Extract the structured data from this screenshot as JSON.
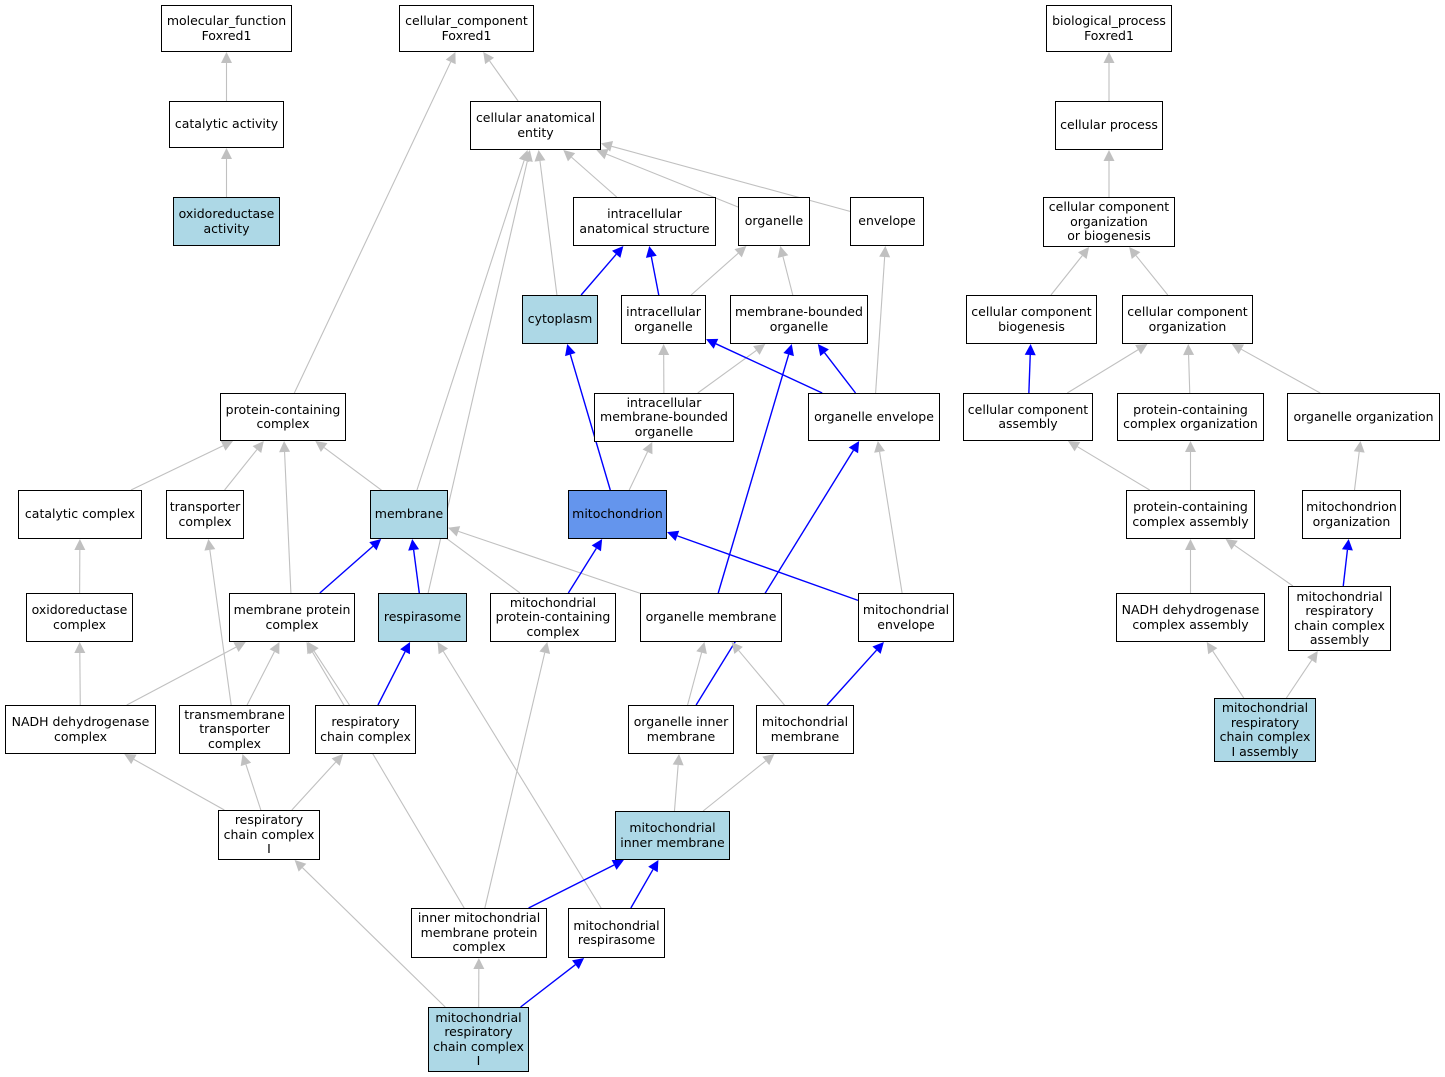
{
  "colors": {
    "default_fill": "#ffffff",
    "annotated_fill": "#add8e6",
    "focus_fill": "#6495ed",
    "is_a_edge": "#c0c0c0",
    "part_of_edge": "#0000ff",
    "border": "#000000"
  },
  "nodes": {
    "mf_root": {
      "label": "molecular_function\nFoxred1",
      "style": "default"
    },
    "catalytic_activity": {
      "label": "catalytic activity",
      "style": "default"
    },
    "oxidoreductase_activity": {
      "label": "oxidoreductase\nactivity",
      "style": "annotated"
    },
    "cc_root": {
      "label": "cellular_component\nFoxred1",
      "style": "default"
    },
    "cellular_anatomical_entity": {
      "label": "cellular anatomical\nentity",
      "style": "default"
    },
    "intracellular_anatomical_structure": {
      "label": "intracellular\nanatomical structure",
      "style": "default"
    },
    "organelle": {
      "label": "organelle",
      "style": "default"
    },
    "envelope": {
      "label": "envelope",
      "style": "default"
    },
    "cytoplasm": {
      "label": "cytoplasm",
      "style": "annotated"
    },
    "intracellular_organelle": {
      "label": "intracellular\norganelle",
      "style": "default"
    },
    "membrane_bounded_organelle": {
      "label": "membrane-bounded\norganelle",
      "style": "default"
    },
    "protein_containing_complex": {
      "label": "protein-containing\ncomplex",
      "style": "default"
    },
    "intracellular_mbo": {
      "label": "intracellular\nmembrane-bounded\norganelle",
      "style": "default"
    },
    "organelle_envelope": {
      "label": "organelle envelope",
      "style": "default"
    },
    "catalytic_complex": {
      "label": "catalytic complex",
      "style": "default"
    },
    "transporter_complex": {
      "label": "transporter\ncomplex",
      "style": "default"
    },
    "membrane": {
      "label": "membrane",
      "style": "annotated"
    },
    "mitochondrion": {
      "label": "mitochondrion",
      "style": "focus"
    },
    "oxidoreductase_complex": {
      "label": "oxidoreductase\ncomplex",
      "style": "default"
    },
    "membrane_protein_complex": {
      "label": "membrane protein\ncomplex",
      "style": "default"
    },
    "respirasome": {
      "label": "respirasome",
      "style": "annotated"
    },
    "mito_protein_containing_complex": {
      "label": "mitochondrial\nprotein-containing\ncomplex",
      "style": "default"
    },
    "organelle_membrane": {
      "label": "organelle membrane",
      "style": "default"
    },
    "mitochondrial_envelope": {
      "label": "mitochondrial\nenvelope",
      "style": "default"
    },
    "nadh_dehydrogenase_complex": {
      "label": "NADH dehydrogenase\ncomplex",
      "style": "default"
    },
    "transmembrane_transporter_complex": {
      "label": "transmembrane\ntransporter\ncomplex",
      "style": "default"
    },
    "respiratory_chain_complex": {
      "label": "respiratory\nchain complex",
      "style": "default"
    },
    "organelle_inner_membrane": {
      "label": "organelle inner\nmembrane",
      "style": "default"
    },
    "mitochondrial_membrane": {
      "label": "mitochondrial\nmembrane",
      "style": "default"
    },
    "respiratory_chain_complex_i": {
      "label": "respiratory\nchain complex\nI",
      "style": "default"
    },
    "mitochondrial_inner_membrane": {
      "label": "mitochondrial\ninner membrane",
      "style": "annotated"
    },
    "inner_mito_membrane_protein_complex": {
      "label": "inner mitochondrial\nmembrane protein\ncomplex",
      "style": "default"
    },
    "mitochondrial_respirasome": {
      "label": "mitochondrial\nrespirasome",
      "style": "default"
    },
    "mito_resp_chain_complex_i": {
      "label": "mitochondrial\nrespiratory\nchain complex\nI",
      "style": "annotated"
    },
    "bp_root": {
      "label": "biological_process\nFoxred1",
      "style": "default"
    },
    "cellular_process": {
      "label": "cellular process",
      "style": "default"
    },
    "cc_org_or_biogenesis": {
      "label": "cellular component\norganization\nor biogenesis",
      "style": "default"
    },
    "cc_biogenesis": {
      "label": "cellular component\nbiogenesis",
      "style": "default"
    },
    "cc_organization": {
      "label": "cellular component\norganization",
      "style": "default"
    },
    "cc_assembly": {
      "label": "cellular component\nassembly",
      "style": "default"
    },
    "pc_complex_organization": {
      "label": "protein-containing\ncomplex organization",
      "style": "default"
    },
    "organelle_organization": {
      "label": "organelle organization",
      "style": "default"
    },
    "pc_complex_assembly": {
      "label": "protein-containing\ncomplex assembly",
      "style": "default"
    },
    "mitochondrion_organization": {
      "label": "mitochondrion\norganization",
      "style": "default"
    },
    "nadh_complex_assembly": {
      "label": "NADH dehydrogenase\ncomplex assembly",
      "style": "default"
    },
    "mito_resp_chain_complex_assembly": {
      "label": "mitochondrial\nrespiratory\nchain complex\nassembly",
      "style": "default"
    },
    "mito_resp_chain_complex_i_assembly": {
      "label": "mitochondrial\nrespiratory\nchain complex\nI assembly",
      "style": "annotated"
    }
  },
  "edges": [
    {
      "from": "catalytic_activity",
      "to": "mf_root",
      "type": "is_a"
    },
    {
      "from": "oxidoreductase_activity",
      "to": "catalytic_activity",
      "type": "is_a"
    },
    {
      "from": "cellular_anatomical_entity",
      "to": "cc_root",
      "type": "is_a"
    },
    {
      "from": "protein_containing_complex",
      "to": "cc_root",
      "type": "is_a"
    },
    {
      "from": "intracellular_anatomical_structure",
      "to": "cellular_anatomical_entity",
      "type": "is_a"
    },
    {
      "from": "organelle",
      "to": "cellular_anatomical_entity",
      "type": "is_a"
    },
    {
      "from": "envelope",
      "to": "cellular_anatomical_entity",
      "type": "is_a"
    },
    {
      "from": "cytoplasm",
      "to": "cellular_anatomical_entity",
      "type": "is_a"
    },
    {
      "from": "membrane",
      "to": "cellular_anatomical_entity",
      "type": "is_a"
    },
    {
      "from": "respirasome",
      "to": "cellular_anatomical_entity",
      "type": "is_a"
    },
    {
      "from": "cytoplasm",
      "to": "intracellular_anatomical_structure",
      "type": "part_of"
    },
    {
      "from": "intracellular_organelle",
      "to": "intracellular_anatomical_structure",
      "type": "part_of"
    },
    {
      "from": "intracellular_organelle",
      "to": "organelle",
      "type": "is_a"
    },
    {
      "from": "membrane_bounded_organelle",
      "to": "organelle",
      "type": "is_a"
    },
    {
      "from": "organelle_envelope",
      "to": "envelope",
      "type": "is_a"
    },
    {
      "from": "intracellular_mbo",
      "to": "intracellular_organelle",
      "type": "is_a"
    },
    {
      "from": "intracellular_mbo",
      "to": "membrane_bounded_organelle",
      "type": "is_a"
    },
    {
      "from": "organelle_envelope",
      "to": "intracellular_organelle",
      "type": "part_of"
    },
    {
      "from": "organelle_envelope",
      "to": "membrane_bounded_organelle",
      "type": "part_of"
    },
    {
      "from": "organelle_membrane",
      "to": "membrane_bounded_organelle",
      "type": "part_of"
    },
    {
      "from": "mitochondrion",
      "to": "cytoplasm",
      "type": "part_of"
    },
    {
      "from": "mitochondrion",
      "to": "intracellular_mbo",
      "type": "is_a"
    },
    {
      "from": "catalytic_complex",
      "to": "protein_containing_complex",
      "type": "is_a"
    },
    {
      "from": "transporter_complex",
      "to": "protein_containing_complex",
      "type": "is_a"
    },
    {
      "from": "membrane_protein_complex",
      "to": "protein_containing_complex",
      "type": "is_a"
    },
    {
      "from": "mito_protein_containing_complex",
      "to": "protein_containing_complex",
      "type": "is_a"
    },
    {
      "from": "oxidoreductase_complex",
      "to": "catalytic_complex",
      "type": "is_a"
    },
    {
      "from": "transmembrane_transporter_complex",
      "to": "transporter_complex",
      "type": "is_a"
    },
    {
      "from": "membrane_protein_complex",
      "to": "membrane",
      "type": "part_of"
    },
    {
      "from": "respirasome",
      "to": "membrane",
      "type": "part_of"
    },
    {
      "from": "organelle_membrane",
      "to": "membrane",
      "type": "is_a"
    },
    {
      "from": "mito_protein_containing_complex",
      "to": "mitochondrion",
      "type": "part_of"
    },
    {
      "from": "mitochondrial_envelope",
      "to": "mitochondrion",
      "type": "part_of"
    },
    {
      "from": "mitochondrial_envelope",
      "to": "organelle_envelope",
      "type": "is_a"
    },
    {
      "from": "organelle_inner_membrane",
      "to": "organelle_envelope",
      "type": "part_of"
    },
    {
      "from": "nadh_dehydrogenase_complex",
      "to": "oxidoreductase_complex",
      "type": "is_a"
    },
    {
      "from": "nadh_dehydrogenase_complex",
      "to": "membrane_protein_complex",
      "type": "is_a"
    },
    {
      "from": "transmembrane_transporter_complex",
      "to": "membrane_protein_complex",
      "type": "is_a"
    },
    {
      "from": "respiratory_chain_complex",
      "to": "membrane_protein_complex",
      "type": "is_a"
    },
    {
      "from": "respiratory_chain_complex",
      "to": "respirasome",
      "type": "part_of"
    },
    {
      "from": "inner_mito_membrane_protein_complex",
      "to": "membrane_protein_complex",
      "type": "is_a"
    },
    {
      "from": "mitochondrial_respirasome",
      "to": "respirasome",
      "type": "is_a"
    },
    {
      "from": "inner_mito_membrane_protein_complex",
      "to": "mito_protein_containing_complex",
      "type": "is_a"
    },
    {
      "from": "organelle_inner_membrane",
      "to": "organelle_membrane",
      "type": "is_a"
    },
    {
      "from": "mitochondrial_membrane",
      "to": "organelle_membrane",
      "type": "is_a"
    },
    {
      "from": "mitochondrial_membrane",
      "to": "mitochondrial_envelope",
      "type": "part_of"
    },
    {
      "from": "respiratory_chain_complex_i",
      "to": "nadh_dehydrogenase_complex",
      "type": "is_a"
    },
    {
      "from": "respiratory_chain_complex_i",
      "to": "transmembrane_transporter_complex",
      "type": "is_a"
    },
    {
      "from": "respiratory_chain_complex_i",
      "to": "respiratory_chain_complex",
      "type": "is_a"
    },
    {
      "from": "mitochondrial_inner_membrane",
      "to": "organelle_inner_membrane",
      "type": "is_a"
    },
    {
      "from": "mitochondrial_inner_membrane",
      "to": "mitochondrial_membrane",
      "type": "is_a"
    },
    {
      "from": "inner_mito_membrane_protein_complex",
      "to": "mitochondrial_inner_membrane",
      "type": "part_of"
    },
    {
      "from": "mitochondrial_respirasome",
      "to": "mitochondrial_inner_membrane",
      "type": "part_of"
    },
    {
      "from": "mito_resp_chain_complex_i",
      "to": "respiratory_chain_complex_i",
      "type": "is_a"
    },
    {
      "from": "mito_resp_chain_complex_i",
      "to": "inner_mito_membrane_protein_complex",
      "type": "is_a"
    },
    {
      "from": "mito_resp_chain_complex_i",
      "to": "mitochondrial_respirasome",
      "type": "part_of"
    },
    {
      "from": "cellular_process",
      "to": "bp_root",
      "type": "is_a"
    },
    {
      "from": "cc_org_or_biogenesis",
      "to": "cellular_process",
      "type": "is_a"
    },
    {
      "from": "cc_biogenesis",
      "to": "cc_org_or_biogenesis",
      "type": "is_a"
    },
    {
      "from": "cc_organization",
      "to": "cc_org_or_biogenesis",
      "type": "is_a"
    },
    {
      "from": "cc_assembly",
      "to": "cc_biogenesis",
      "type": "part_of"
    },
    {
      "from": "cc_assembly",
      "to": "cc_organization",
      "type": "is_a"
    },
    {
      "from": "pc_complex_organization",
      "to": "cc_organization",
      "type": "is_a"
    },
    {
      "from": "organelle_organization",
      "to": "cc_organization",
      "type": "is_a"
    },
    {
      "from": "pc_complex_assembly",
      "to": "cc_assembly",
      "type": "is_a"
    },
    {
      "from": "pc_complex_assembly",
      "to": "pc_complex_organization",
      "type": "is_a"
    },
    {
      "from": "mitochondrion_organization",
      "to": "organelle_organization",
      "type": "is_a"
    },
    {
      "from": "nadh_complex_assembly",
      "to": "pc_complex_assembly",
      "type": "is_a"
    },
    {
      "from": "mito_resp_chain_complex_assembly",
      "to": "pc_complex_assembly",
      "type": "is_a"
    },
    {
      "from": "mito_resp_chain_complex_assembly",
      "to": "mitochondrion_organization",
      "type": "part_of"
    },
    {
      "from": "mito_resp_chain_complex_i_assembly",
      "to": "nadh_complex_assembly",
      "type": "is_a"
    },
    {
      "from": "mito_resp_chain_complex_i_assembly",
      "to": "mito_resp_chain_complex_assembly",
      "type": "is_a"
    }
  ]
}
